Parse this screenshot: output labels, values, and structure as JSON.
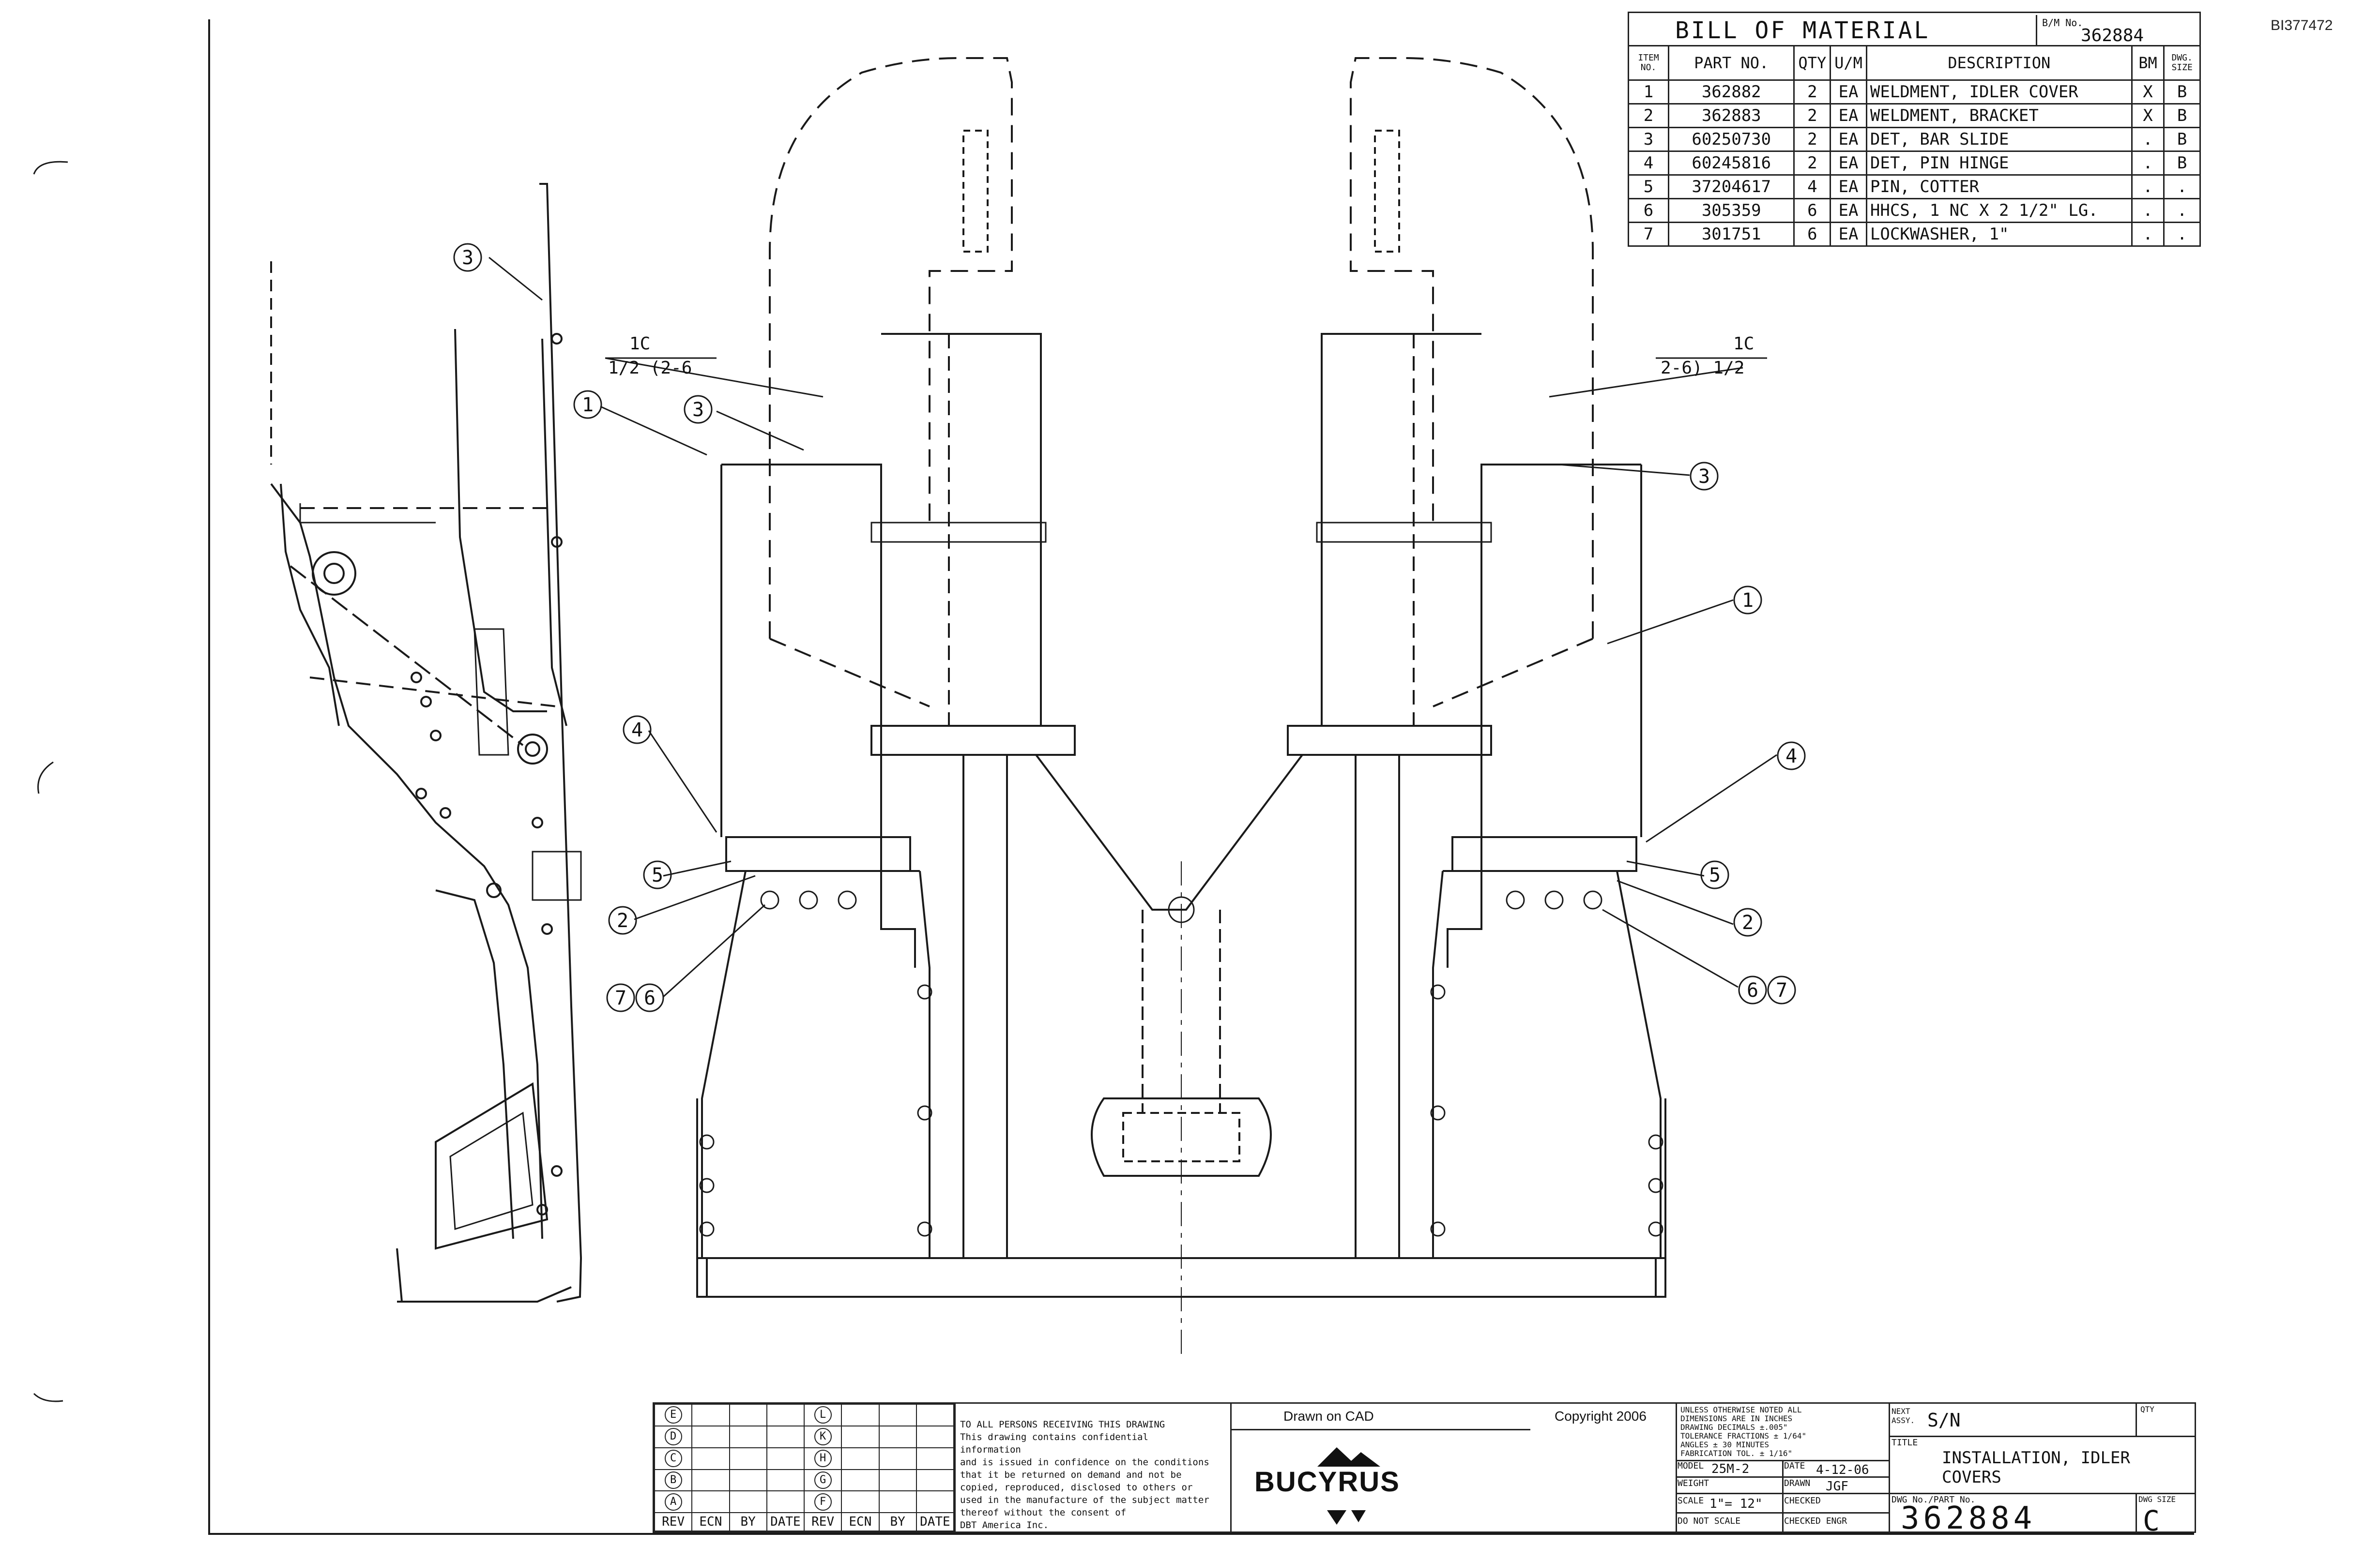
{
  "doc_id": "BI377472",
  "bom": {
    "title": "BILL OF MATERIAL",
    "bm_no_label": "B/M No.",
    "bm_no": "362884",
    "headers": [
      "ITEM NO.",
      "PART NO.",
      "QTY",
      "U/M",
      "DESCRIPTION",
      "BM",
      "DWG. SIZE"
    ],
    "rows": [
      {
        "item": "1",
        "part": "362882",
        "qty": "2",
        "um": "EA",
        "desc": "WELDMENT, IDLER COVER",
        "bm": "X",
        "size": "B"
      },
      {
        "item": "2",
        "part": "362883",
        "qty": "2",
        "um": "EA",
        "desc": "WELDMENT, BRACKET",
        "bm": "X",
        "size": "B"
      },
      {
        "item": "3",
        "part": "60250730",
        "qty": "2",
        "um": "EA",
        "desc": "DET, BAR SLIDE",
        "bm": ".",
        "size": "B"
      },
      {
        "item": "4",
        "part": "60245816",
        "qty": "2",
        "um": "EA",
        "desc": "DET, PIN HINGE",
        "bm": ".",
        "size": "B"
      },
      {
        "item": "5",
        "part": "37204617",
        "qty": "4",
        "um": "EA",
        "desc": "PIN, COTTER",
        "bm": ".",
        "size": "."
      },
      {
        "item": "6",
        "part": "305359",
        "qty": "6",
        "um": "EA",
        "desc": "HHCS, 1 NC X 2 1/2\" LG.",
        "bm": ".",
        "size": "."
      },
      {
        "item": "7",
        "part": "301751",
        "qty": "6",
        "um": "EA",
        "desc": "LOCKWASHER, 1\"",
        "bm": ".",
        "size": "."
      }
    ]
  },
  "drawing": {
    "weld_left_top": "1C",
    "weld_left_bottom": "1/2 (2-6",
    "weld_right_top": "1C",
    "weld_right_bottom": "2-6) 1/2",
    "callouts": [
      "3",
      "1",
      "3",
      "4",
      "5",
      "2",
      "7",
      "6",
      "3",
      "1",
      "4",
      "5",
      "2",
      "6",
      "7"
    ]
  },
  "title_block": {
    "rev_letters_left": [
      "E",
      "D",
      "C",
      "B",
      "A"
    ],
    "rev_letters_right": [
      "L",
      "K",
      "H",
      "G",
      "F"
    ],
    "rev_headers": [
      "REV",
      "ECN",
      "BY",
      "DATE",
      "REV",
      "ECN",
      "BY",
      "DATE"
    ],
    "notice": "TO ALL PERSONS RECEIVING THIS DRAWING\nThis drawing contains confidential information\nand is issued in confidence on the conditions\nthat it be returned on demand and not be\ncopied, reproduced, disclosed to others or\nused in the manufacture of the subject matter\nthereof without the consent of\nDBT America Inc.",
    "drawn_on": "Drawn on CAD",
    "copyright": "Copyright 2006",
    "logo": "BUCYRUS",
    "tolerance_note": "UNLESS OTHERWISE NOTED ALL\nDIMENSIONS ARE IN INCHES\nDRAWING   DECIMALS ±.005\"\nTOLERANCE FRACTIONS ± 1/64\"\n          ANGLES ± 30 MINUTES\nFABRICATION TOL. ± 1/16\"",
    "model_label": "MODEL",
    "model": "25M-2",
    "date_label": "DATE",
    "date": "4-12-06",
    "weight_label": "WEIGHT",
    "drawn_label": "DRAWN",
    "drawn": "JGF",
    "scale_label": "SCALE",
    "scale": "1\"= 12\"",
    "checked_label": "CHECKED",
    "no_scale_label": "DO NOT SCALE",
    "engr_label": "CHECKED ENGR",
    "next_assy_label": "NEXT ASSY.",
    "next_assy": "S/N",
    "qty_label": "QTY",
    "title_label": "TITLE",
    "title": "INSTALLATION, IDLER COVERS",
    "dwg_no_label": "DWG No./PART No.",
    "dwg_no": "362884",
    "dwg_size_label": "DWG SIZE",
    "dwg_size": "C"
  }
}
